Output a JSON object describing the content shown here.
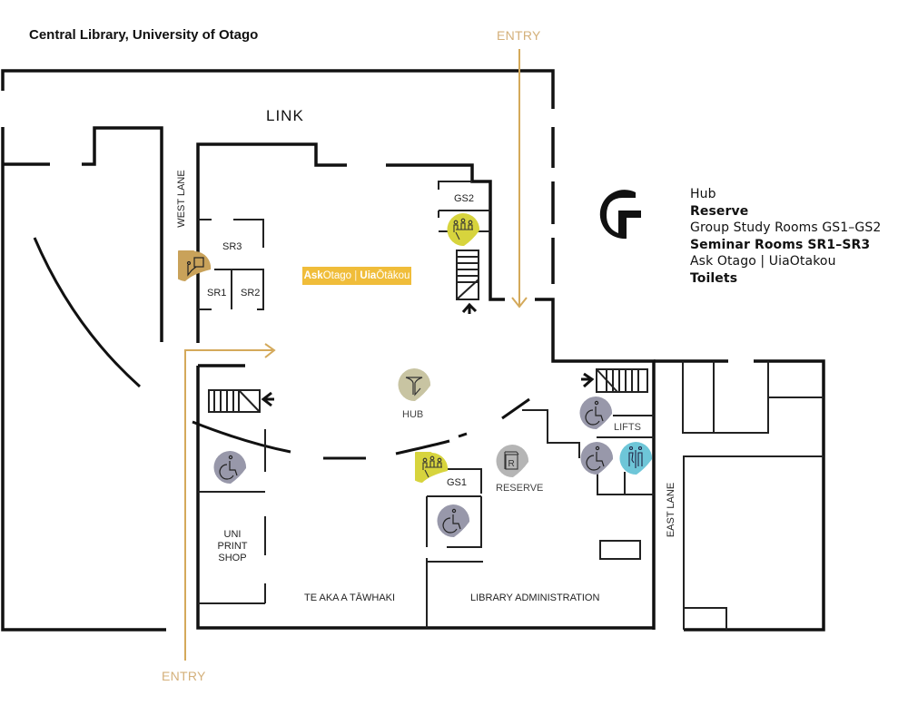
{
  "title": "Central Library, University of Otago",
  "legend": {
    "items": [
      {
        "label": "Hub",
        "bold": false
      },
      {
        "label": "Reserve",
        "bold": true
      },
      {
        "label": "Group Study Rooms GS1–GS2",
        "bold": false
      },
      {
        "label": "Seminar Rooms SR1–SR3",
        "bold": true
      },
      {
        "label": "Ask Otago | UiaOtakou",
        "bold": false
      },
      {
        "label": "Toilets",
        "bold": true
      }
    ],
    "floor_icon": "G"
  },
  "labels": {
    "link": "LINK",
    "entry_top": "ENTRY",
    "entry_bottom": "ENTRY",
    "west_lane": "WEST LANE",
    "east_lane": "EAST LANE",
    "sr1": "SR1",
    "sr2": "SR2",
    "sr3": "SR3",
    "gs1": "GS1",
    "gs2": "GS2",
    "hub": "HUB",
    "reserve": "RESERVE",
    "lifts": "LIFTS",
    "uni_print_shop_1": "UNI",
    "uni_print_shop_2": "PRINT",
    "uni_print_shop_3": "SHOP",
    "te_aka": "TE AKA A TĀWHAKI",
    "library_admin": "LIBRARY ADMINISTRATION"
  },
  "ask_badge": {
    "ask": "Ask",
    "otago": "Otago",
    "sep": "|",
    "uia": "Uia",
    "otakou": "Ōtākou"
  },
  "colors": {
    "entry": "#d4a95a",
    "ask_otago": "#f0bd3a",
    "help_pin": "#c9a25a",
    "group_study_pin": "#d7d43d",
    "hub_pin": "#c8c4a2",
    "reserve_pin": "#b5b5b5",
    "accessible_pin": "#9898aa",
    "toilet_pin": "#6ec6d8",
    "wall": "#111111"
  },
  "pins": [
    {
      "type": "help",
      "icon": "help-desk-icon"
    },
    {
      "type": "group-study",
      "icon": "group-study-icon",
      "room": "GS2"
    },
    {
      "type": "hub",
      "icon": "hub-icon"
    },
    {
      "type": "group-study",
      "icon": "group-study-icon",
      "room": "GS1"
    },
    {
      "type": "reserve",
      "icon": "reserve-icon",
      "glyph": "R"
    },
    {
      "type": "accessible",
      "icon": "wheelchair-icon"
    },
    {
      "type": "accessible",
      "icon": "wheelchair-icon"
    },
    {
      "type": "accessible",
      "icon": "wheelchair-icon"
    },
    {
      "type": "accessible",
      "icon": "wheelchair-icon"
    },
    {
      "type": "toilets",
      "icon": "toilets-icon"
    }
  ]
}
